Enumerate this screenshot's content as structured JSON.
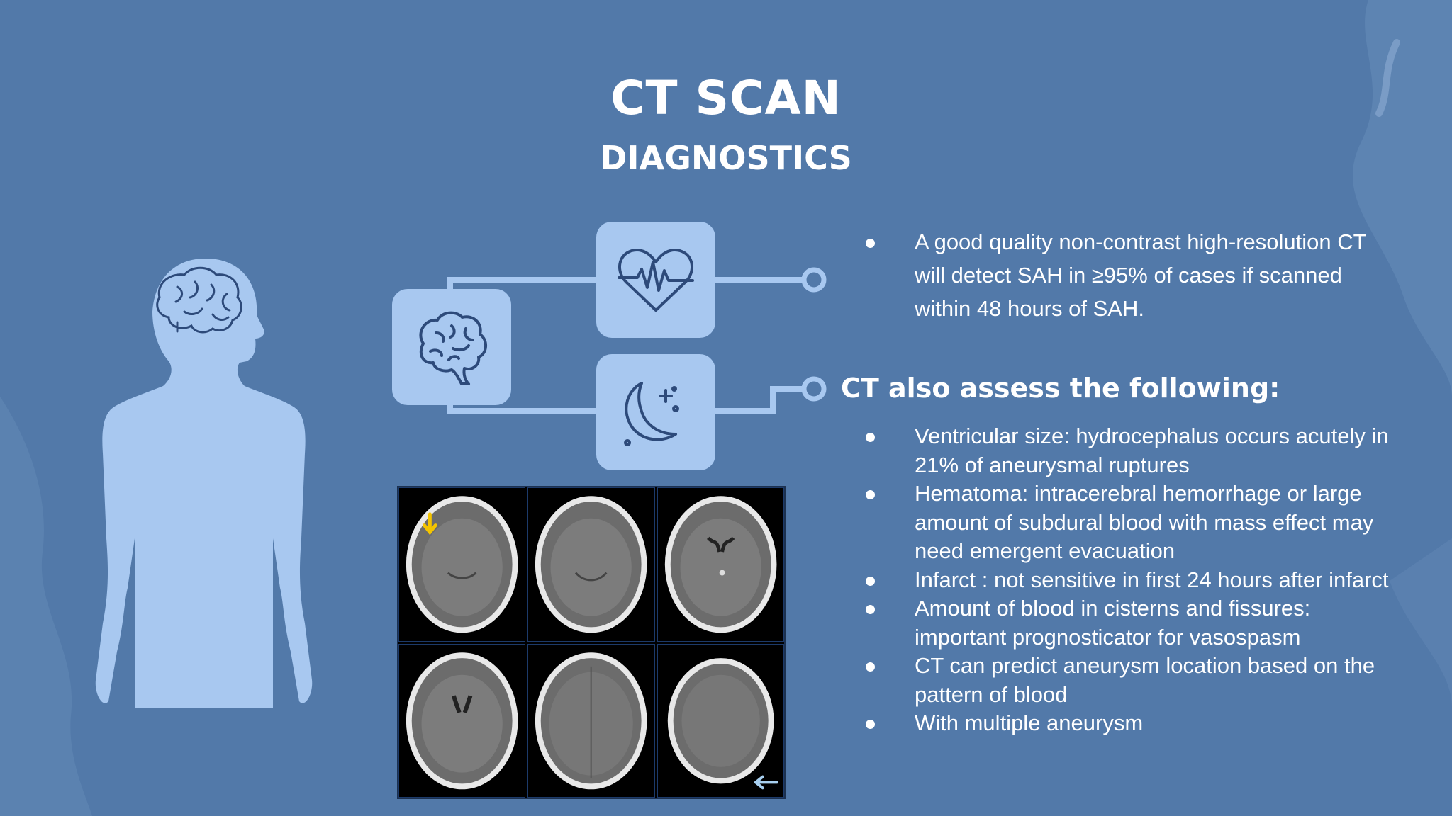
{
  "slide": {
    "title": "CT SCAN",
    "subtitle": "DIAGNOSTICS",
    "colors": {
      "background": "#5279a9",
      "accent": "#a8c8f0",
      "text": "#ffffff",
      "icon_stroke": "#2d4a7a"
    }
  },
  "illustration": {
    "figure": "human-silhouette-with-brain",
    "icons": [
      "brain-icon",
      "heart-pulse-icon",
      "moon-stars-icon"
    ]
  },
  "ct_image": {
    "panels": 6,
    "markers": [
      "yellow-arrow",
      "blue-arrow"
    ]
  },
  "intro_bullets": [
    "A good quality non-contrast high-resolution CT will detect SAH in ≥95% of cases if scanned within 48 hours of SAH."
  ],
  "assess_heading": "CT also assess the following:",
  "assess_bullets": [
    "Ventricular size: hydrocephalus occurs acutely in 21% of aneurysmal ruptures",
    "Hematoma: intracerebral hemorrhage or large amount of subdural blood with mass effect may need emergent evacuation",
    "Infarct : not sensitive in first 24 hours after infarct",
    "Amount of blood in cisterns and fissures: important prognosticator for vasospasm",
    "CT can predict aneurysm location based on the pattern of blood",
    "With multiple aneurysm"
  ]
}
